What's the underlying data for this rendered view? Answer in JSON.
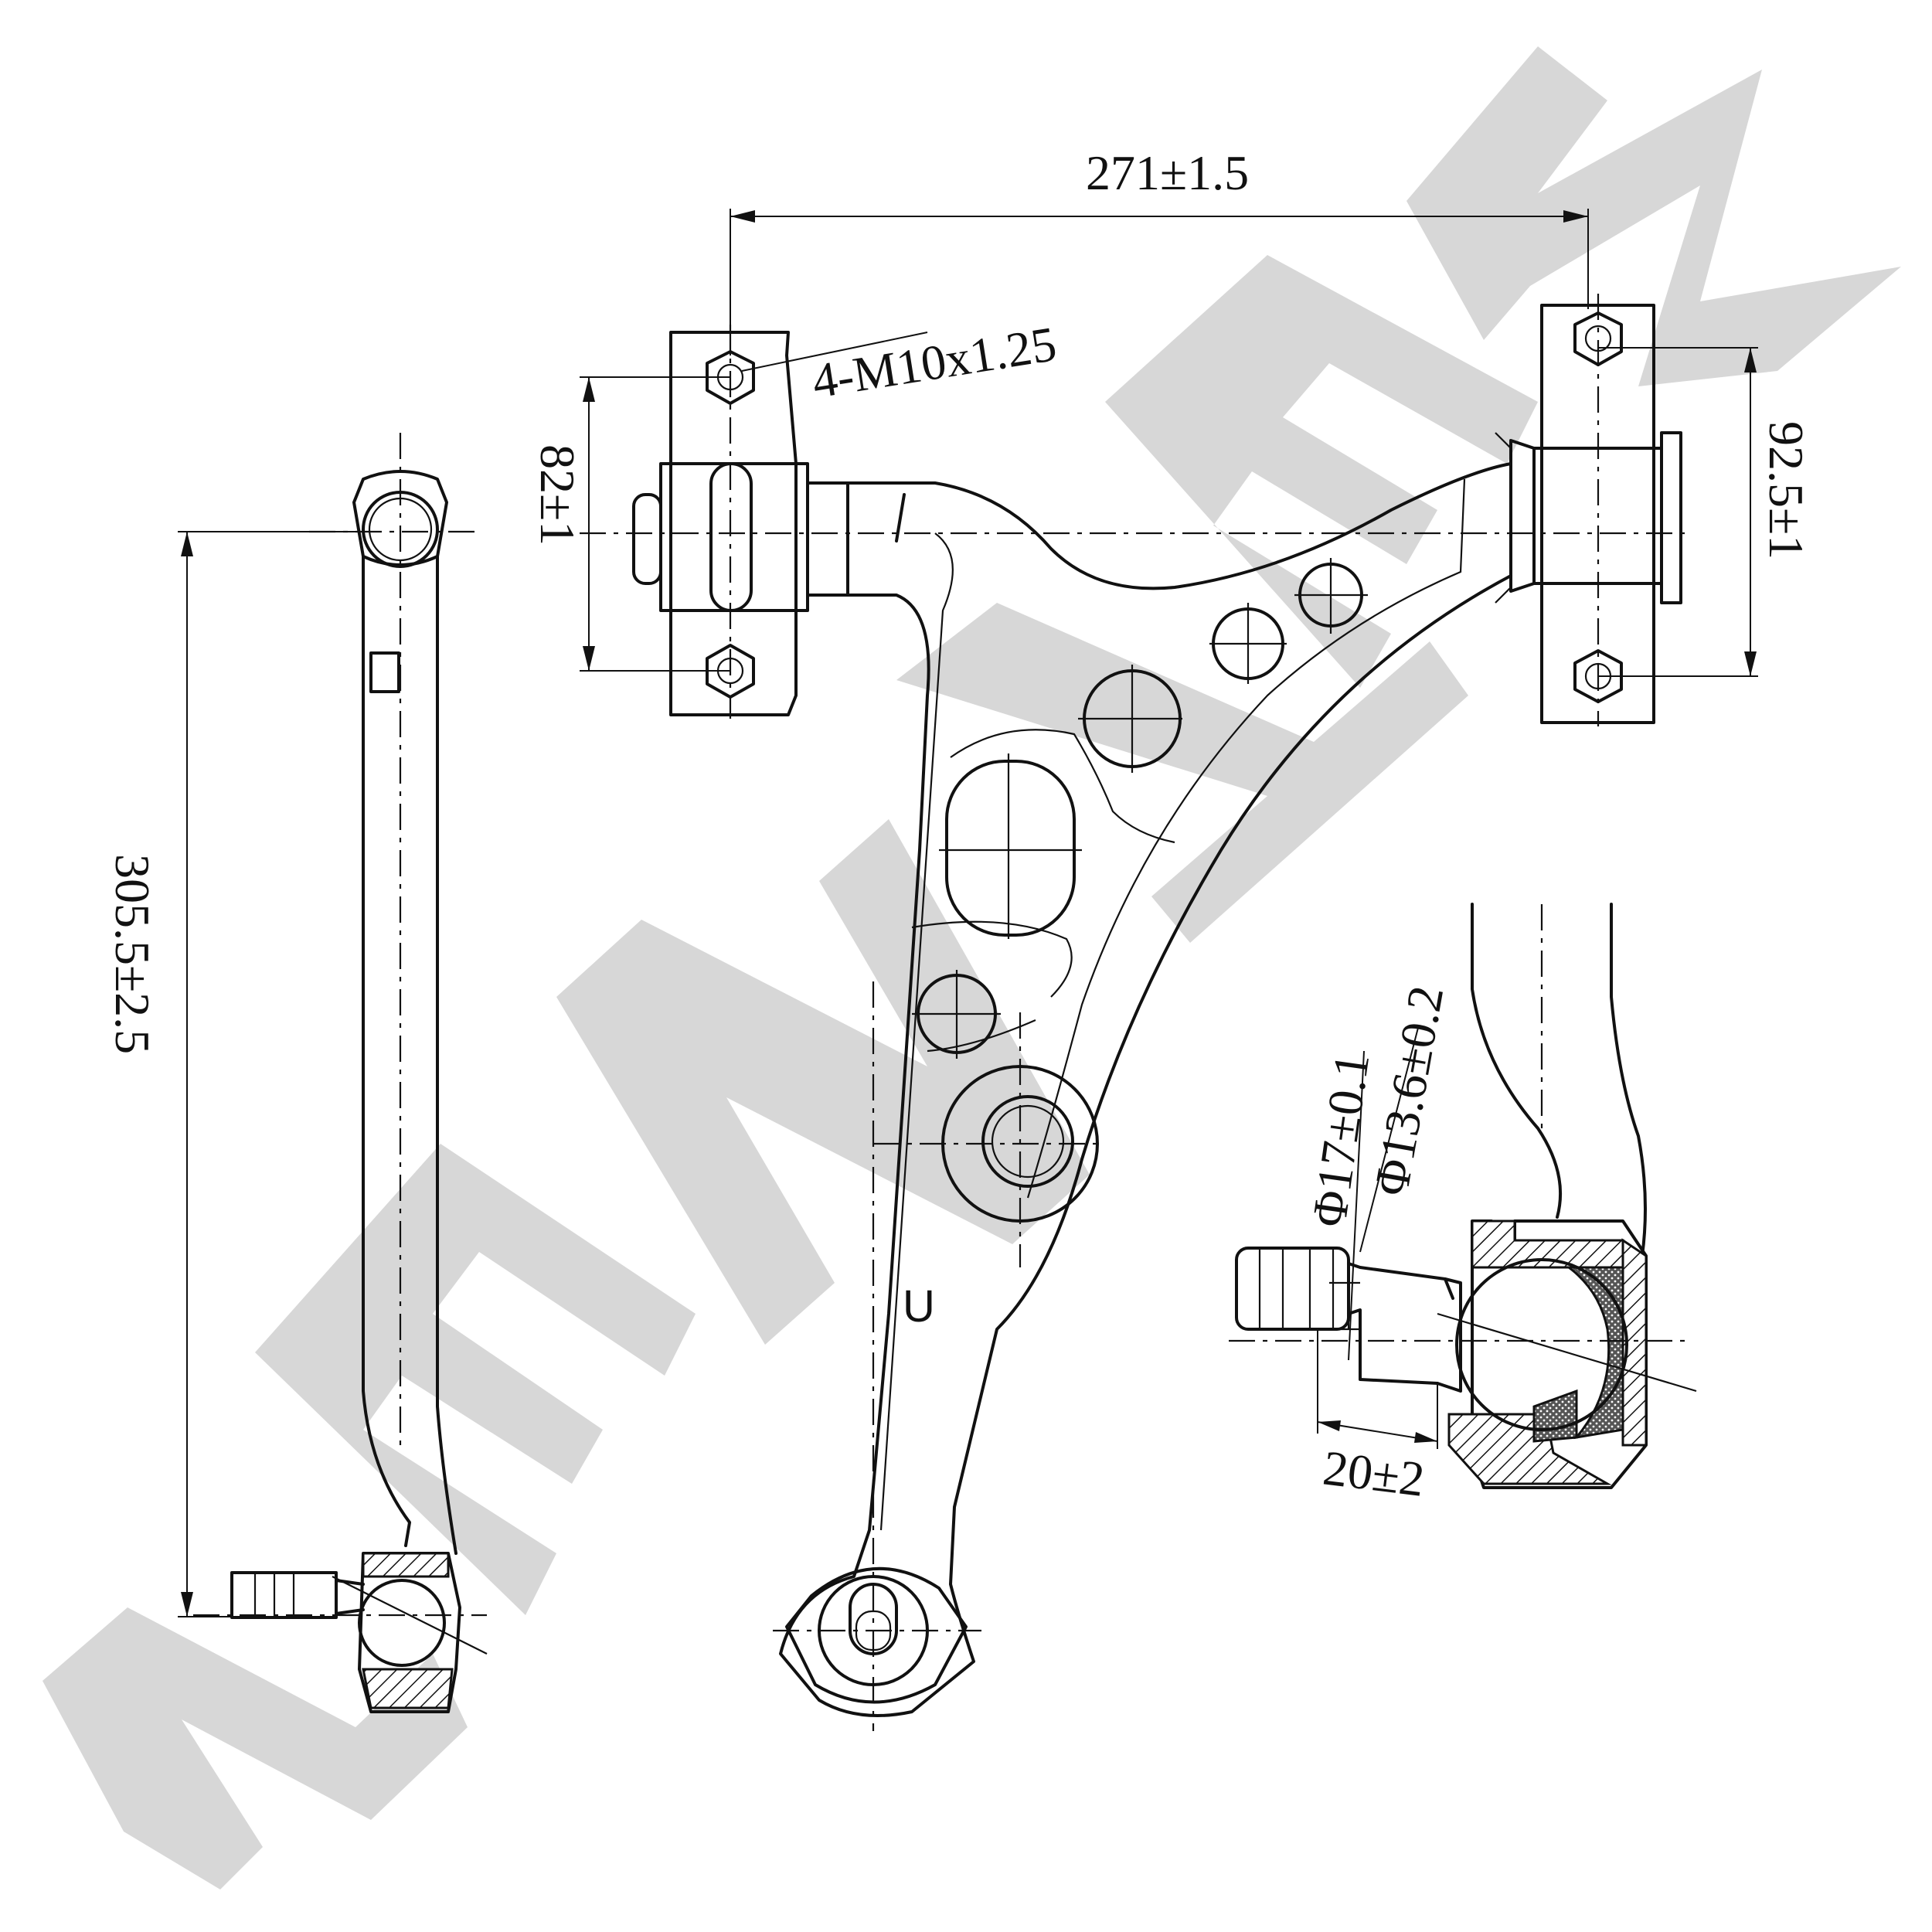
{
  "watermark": {
    "text": "ZENTEK",
    "color": "#d7d7d7"
  },
  "dimensions": {
    "mount_spacing": "271±1.5",
    "bolt_spec": "4-M10x1.25",
    "front_mount_height": "82±1",
    "rear_mount_height": "92.5±1",
    "arm_length": "305.5±2.5",
    "stud_diameter_outer": "Φ17±0.1",
    "stud_diameter_inner": "Φ13.6±0.2",
    "stud_length": "20±2"
  },
  "mark": "U"
}
